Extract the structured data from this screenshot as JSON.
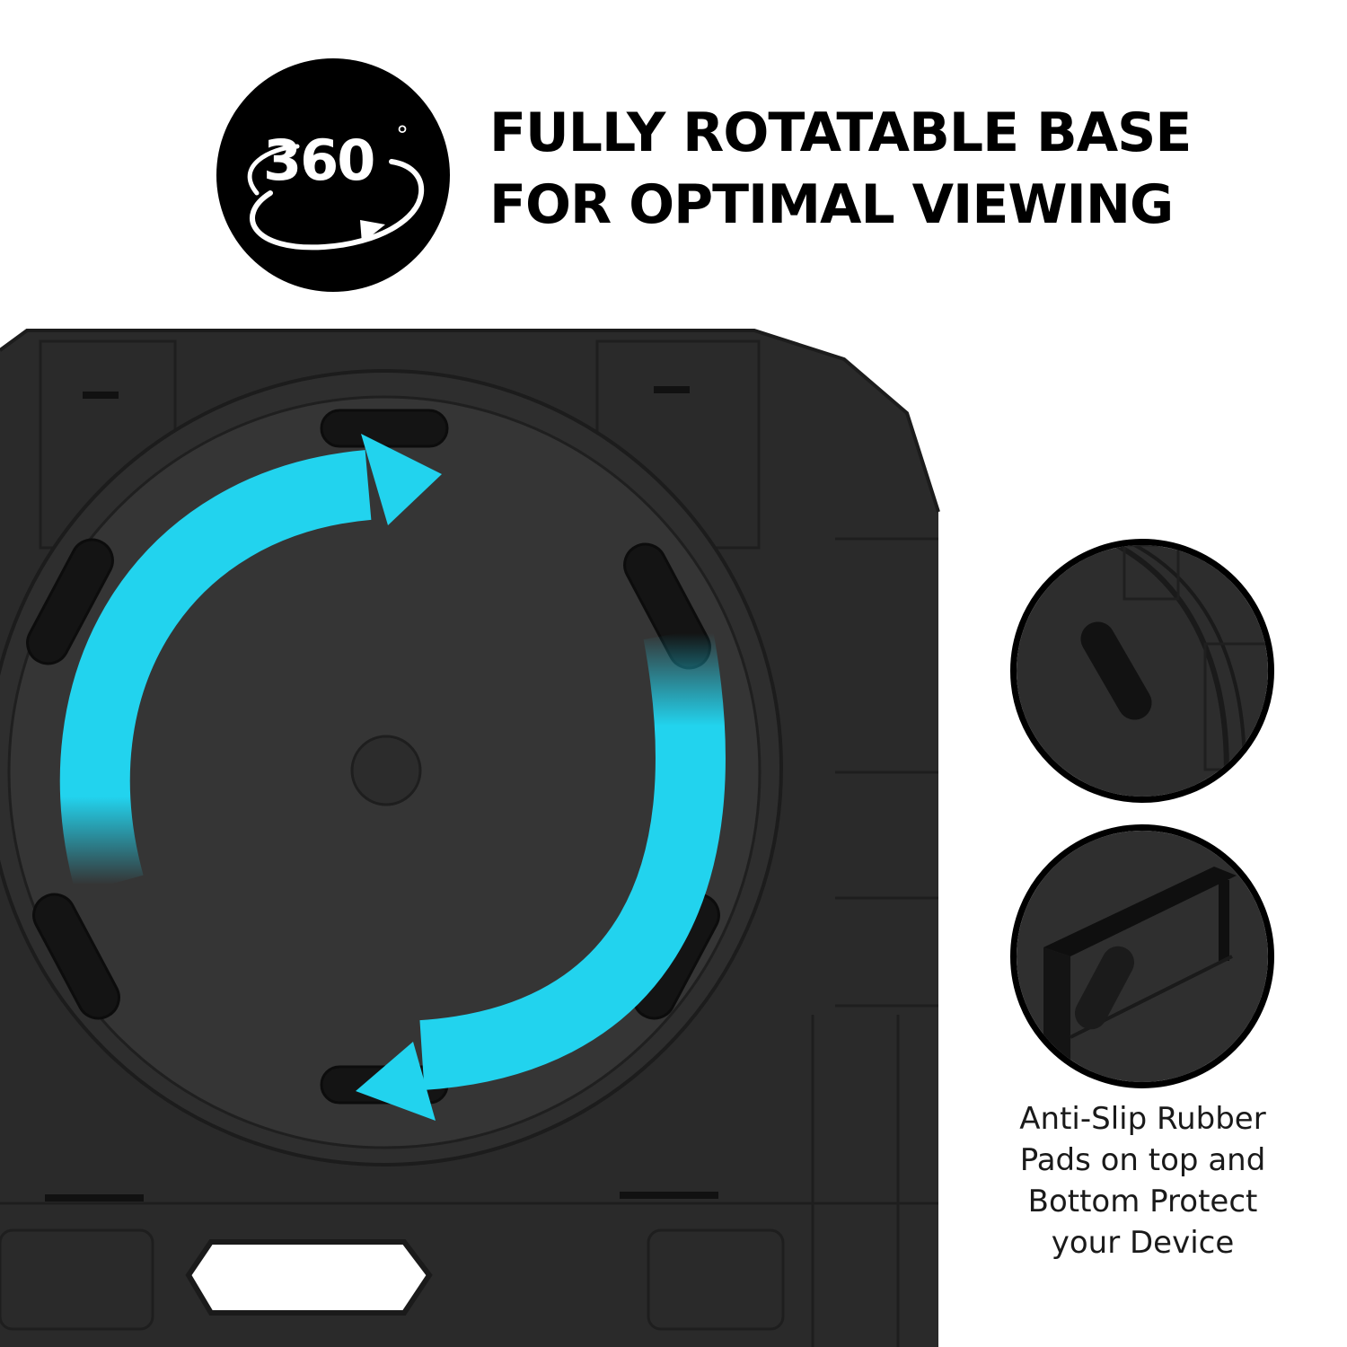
{
  "badge": {
    "number": "360",
    "degree_symbol": "°",
    "icon": "rotate-360-icon"
  },
  "headline": {
    "line1": "FULLY ROTATABLE BASE",
    "line2": "FOR OPTIMAL VIEWING"
  },
  "caption": {
    "line1": "Anti-Slip Rubber",
    "line2": "Pads on top and",
    "line3": "Bottom Protect",
    "line4": "your Device"
  },
  "colors": {
    "background": "#ffffff",
    "badge": "#000000",
    "base_plate": "#2b2b2b",
    "turntable": "#343434",
    "rotation_arrow": "#22d3ee",
    "text": "#000000"
  },
  "icons": [
    "rotate-360-icon",
    "rotation-arrow-icon",
    "rubber-pad-icon"
  ]
}
